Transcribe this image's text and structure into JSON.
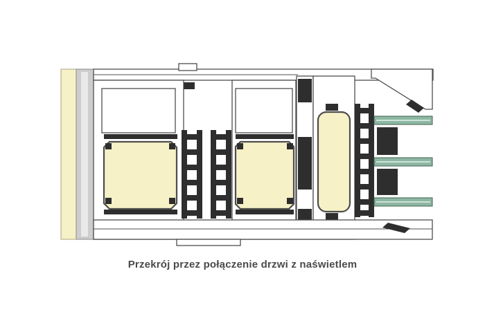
{
  "caption": "Przekrój przez połączenie drzwi z naświetlem",
  "diagram": {
    "type": "technical-cross-section",
    "subject": "aluminium door to transom connection profile",
    "colors": {
      "background": "#ffffff",
      "profile_fill": "#ffffff",
      "profile_outline": "#4d4d4d",
      "insulation_fill": "#f6f1c6",
      "thermal_break_fill": "#2e2e2e",
      "wall_fill": "#cdcdcd",
      "glass_fill": "#8cb7a3",
      "glass_edge": "#44604f",
      "caption_color": "#4a4a4a"
    }
  }
}
